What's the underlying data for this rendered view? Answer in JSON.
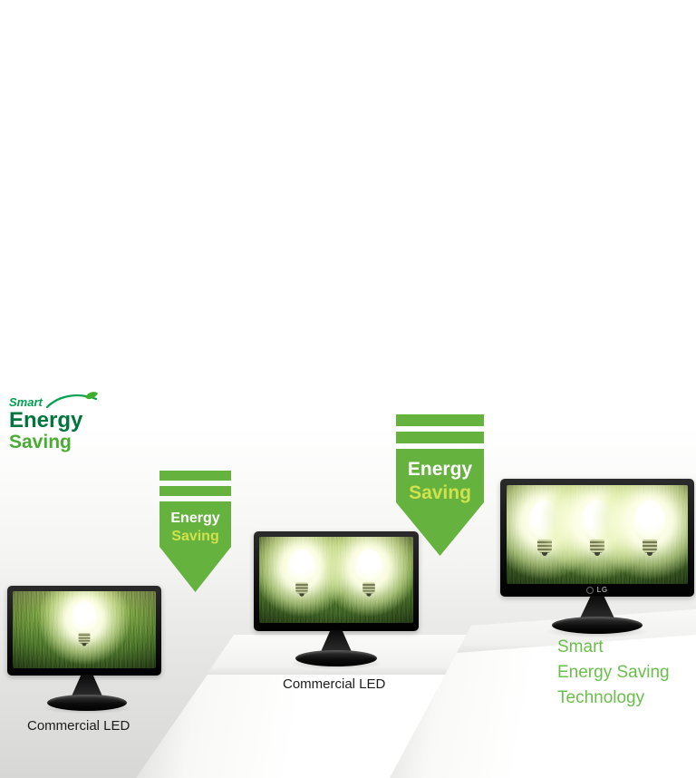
{
  "logo": {
    "smart": "Smart",
    "energy": "Energy",
    "saving": "Saving"
  },
  "arrow_small": {
    "word1": "Energy",
    "word2": "Saving"
  },
  "arrow_large": {
    "word1": "Energy",
    "word2": "Saving"
  },
  "monitor_left": {
    "label": "Commercial LED"
  },
  "monitor_middle": {
    "label": "Commercial LED"
  },
  "monitor_right": {
    "brand": "LG",
    "caption": [
      "Smart",
      "Energy Saving",
      "Technology"
    ]
  },
  "colors": {
    "arrow_green": "#66b23f",
    "arrow_saving_text": "#cfe24b",
    "logo_smart_green": "#00a04f",
    "logo_energy_green": "#00763c",
    "logo_saving_green": "#49ad33",
    "caption_green": "#6abf4b",
    "label_dark": "#1c1c1c"
  }
}
